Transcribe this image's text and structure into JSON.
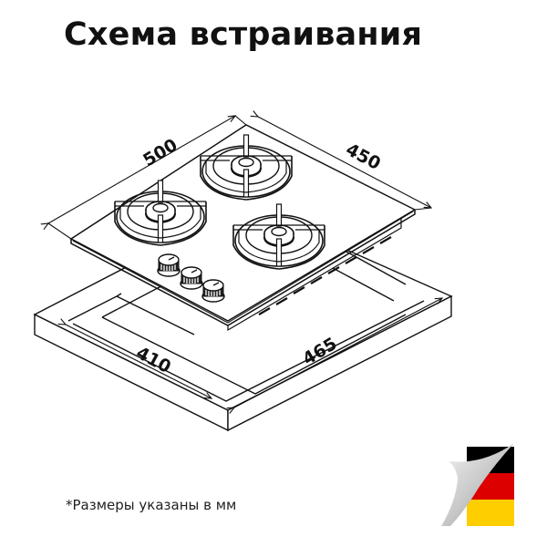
{
  "title": "Схема встраивания",
  "footnote": "*Размеры указаны в мм",
  "dimensions": {
    "hob_width": "500",
    "hob_depth": "450",
    "cutout_depth": "410",
    "cutout_width": "465"
  },
  "appliance": {
    "type": "gas hob",
    "burners": 3,
    "knobs": 3
  },
  "badge": {
    "icon": "germany-flag-icon",
    "colors": [
      "#000000",
      "#dd0000",
      "#ffce00"
    ]
  }
}
